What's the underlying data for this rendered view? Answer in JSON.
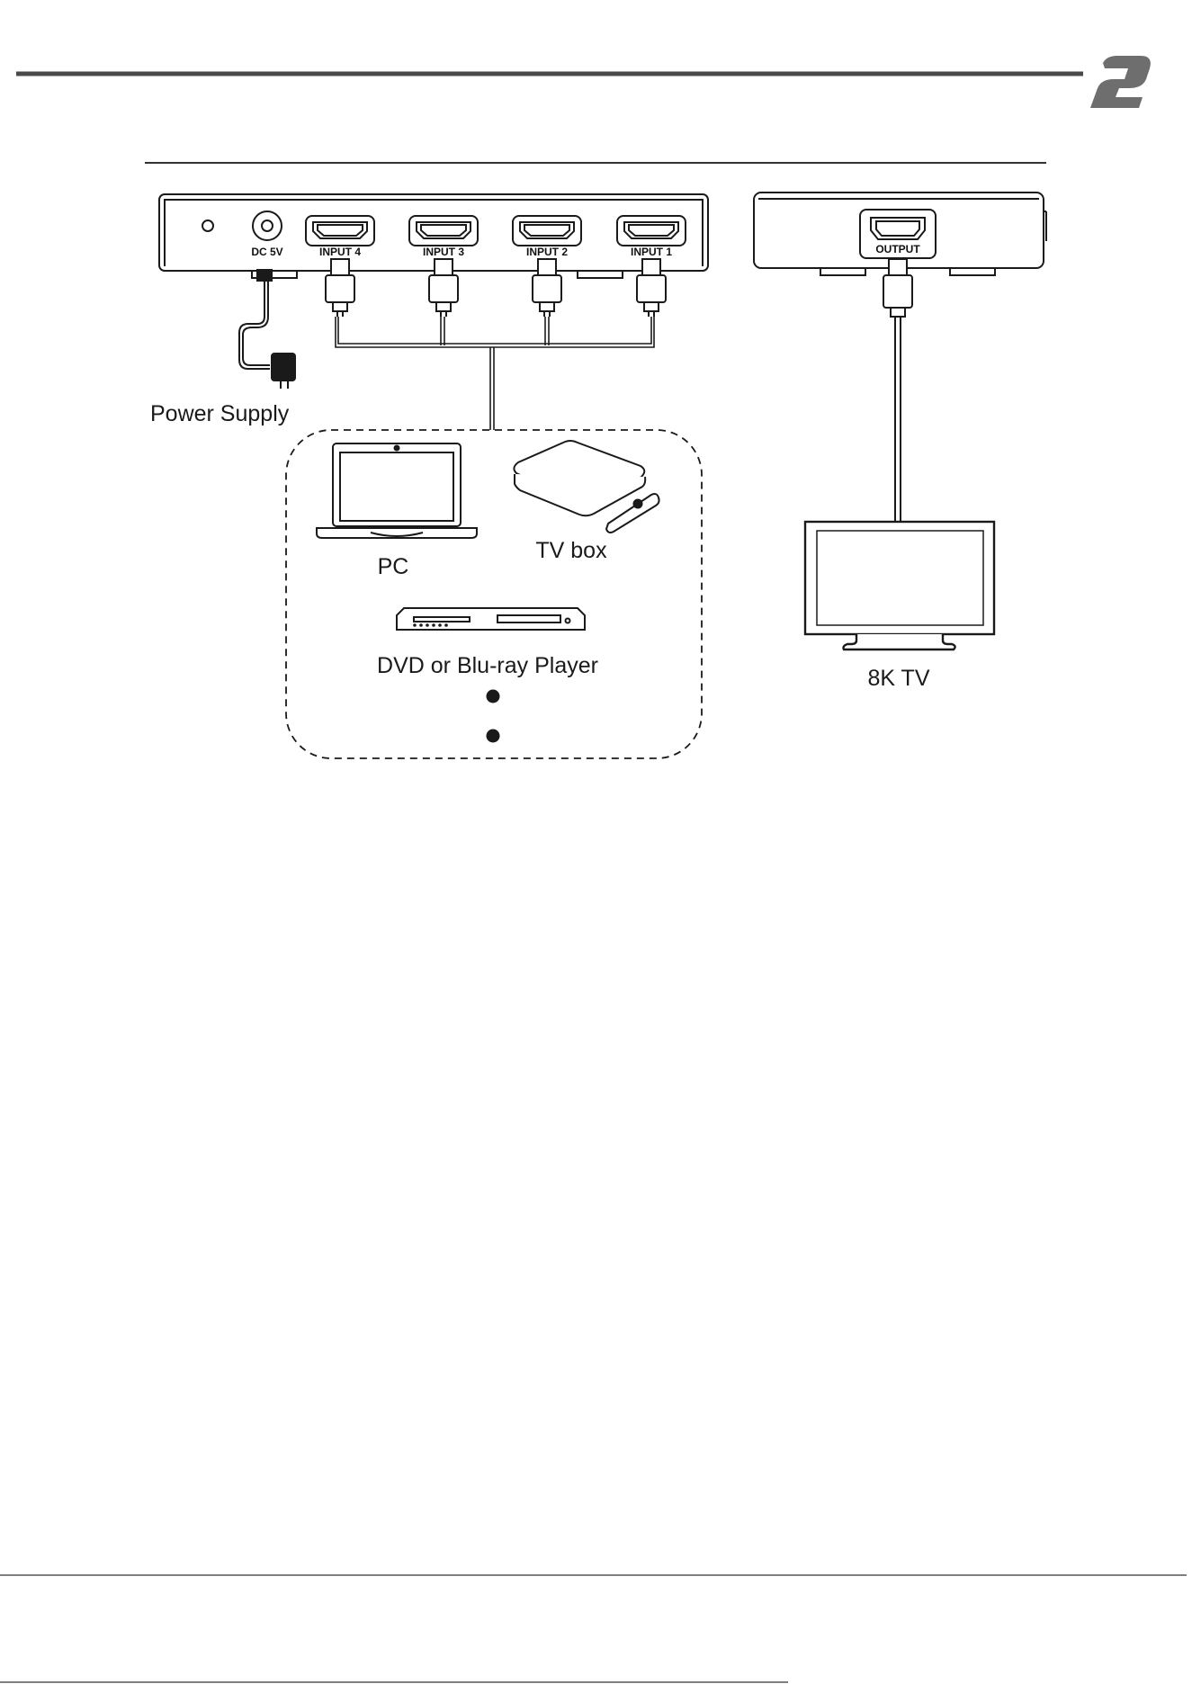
{
  "header": {
    "logo_alt": "brand-logo"
  },
  "switcher": {
    "power_port_label": "DC 5V",
    "inputs": [
      "INPUT 4",
      "INPUT 3",
      "INPUT 2",
      "INPUT 1"
    ]
  },
  "output_unit": {
    "output_label": "OUTPUT"
  },
  "labels": {
    "power_supply": "Power Supply",
    "pc": "PC",
    "tv_box": "TV box",
    "dvd": "DVD or Blu-ray Player",
    "tv": "8K TV"
  },
  "colors": {
    "line": "#1a1a1a",
    "logo": "#6e6e6e",
    "rule": "#4a4a4a"
  }
}
